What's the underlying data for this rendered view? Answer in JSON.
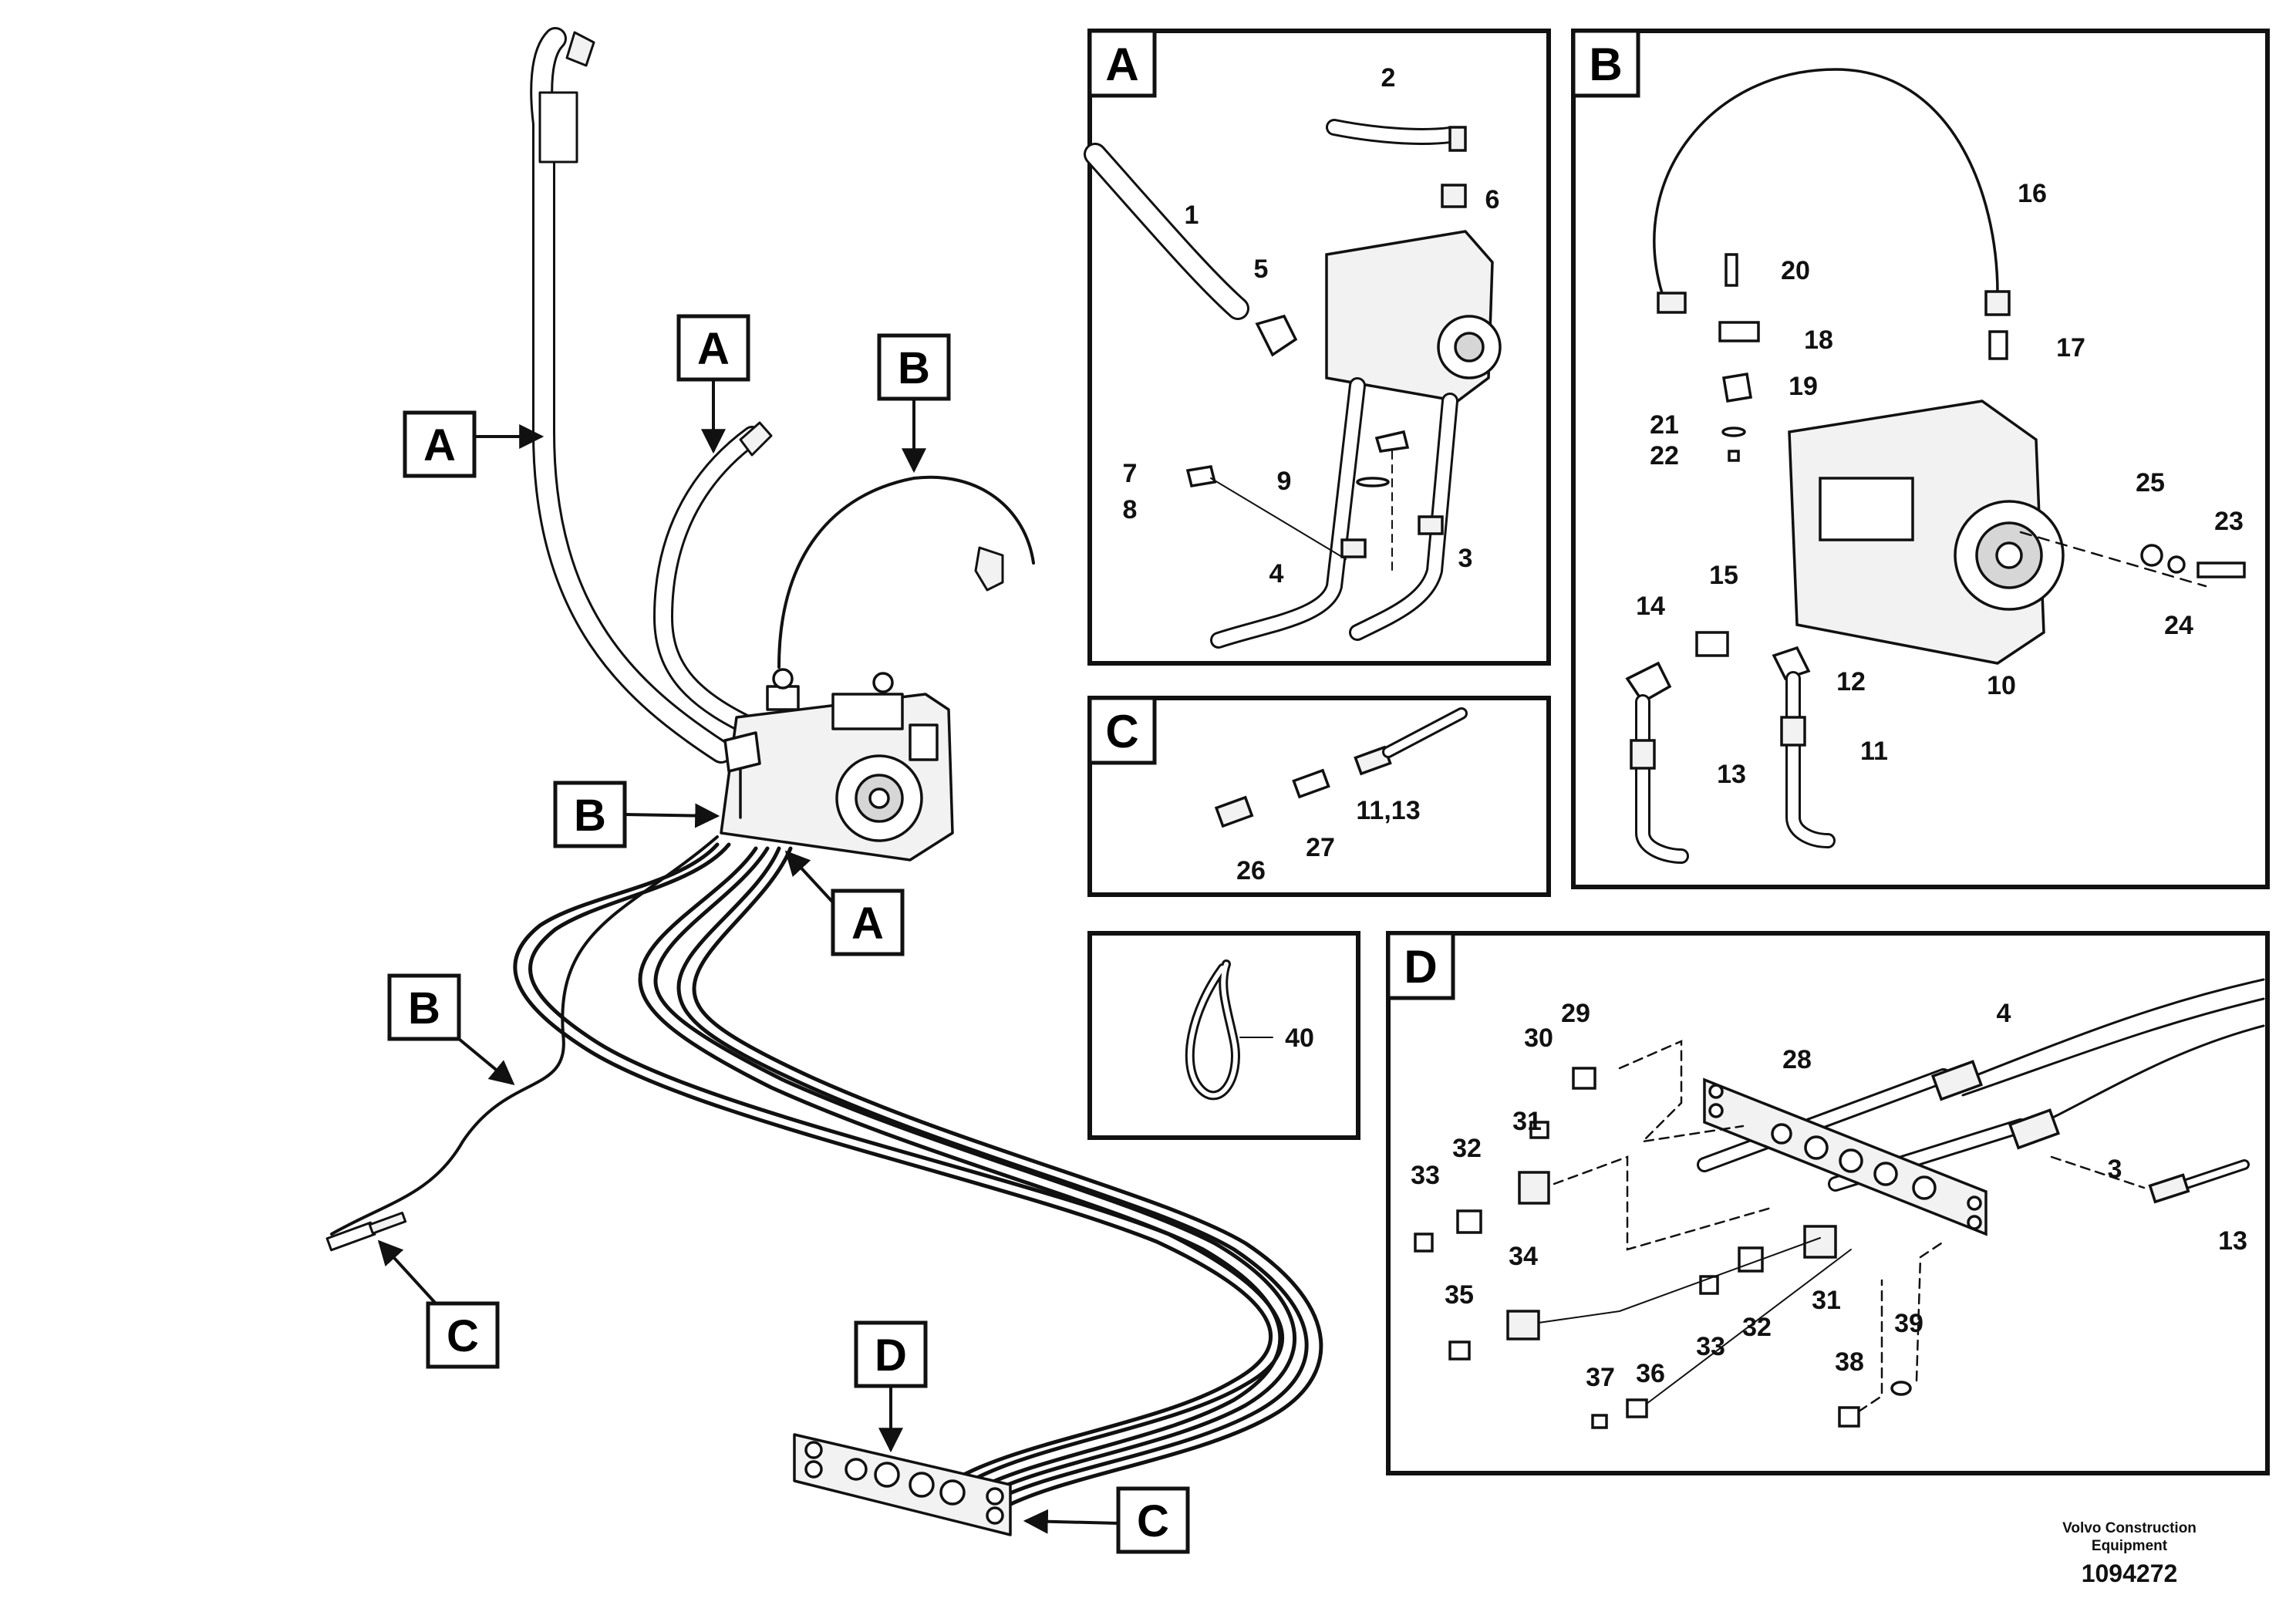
{
  "main_callouts": [
    "A",
    "A",
    "A",
    "B",
    "B",
    "B",
    "C",
    "C",
    "D"
  ],
  "panels": {
    "A": {
      "label": "A",
      "parts": [
        "1",
        "2",
        "3",
        "4",
        "5",
        "6",
        "7",
        "8",
        "9"
      ]
    },
    "B": {
      "label": "B",
      "parts": [
        "10",
        "11",
        "12",
        "13",
        "14",
        "15",
        "16",
        "17",
        "18",
        "19",
        "20",
        "21",
        "22",
        "23",
        "24",
        "25"
      ]
    },
    "C": {
      "label": "C",
      "parts": [
        "26",
        "27",
        "11,13"
      ]
    },
    "tie": {
      "parts": [
        "40"
      ]
    },
    "D": {
      "label": "D",
      "parts": [
        "4",
        "3",
        "13",
        "28",
        "29",
        "30",
        "31",
        "32",
        "33",
        "34",
        "35",
        "31",
        "32",
        "33",
        "36",
        "37",
        "38",
        "39"
      ]
    }
  },
  "footer": {
    "manufacturer_line1": "Volvo Construction",
    "manufacturer_line2": "Equipment",
    "doc_number": "1094272"
  },
  "colors": {
    "ink": "#111111",
    "paper": "#ffffff",
    "part_fill": "#f2f2f2",
    "part_shade": "#d6d6d6"
  }
}
